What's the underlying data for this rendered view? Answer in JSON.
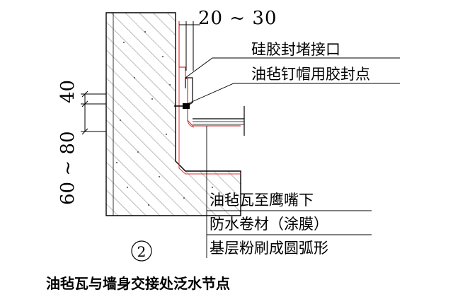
{
  "drawing": {
    "dimension_top": "20 ~ 30",
    "dimension_side_a": "40",
    "dimension_side_b": "60 ~ 80",
    "callout_top_1": "硅胶封堵接口",
    "callout_top_2": "油毡钉帽用胶封点",
    "callout_bottom_1": "油毡瓦至鹰嘴下",
    "callout_bottom_2": "防水卷材（涂膜）",
    "callout_bottom_3": "基层粉刷成圆弧形",
    "detail_number": "2",
    "caption": "油毡瓦与墙身交接处泛水节点"
  },
  "colors": {
    "line": "#000000",
    "red_line": "#e0302a",
    "hatch": "#555555"
  }
}
